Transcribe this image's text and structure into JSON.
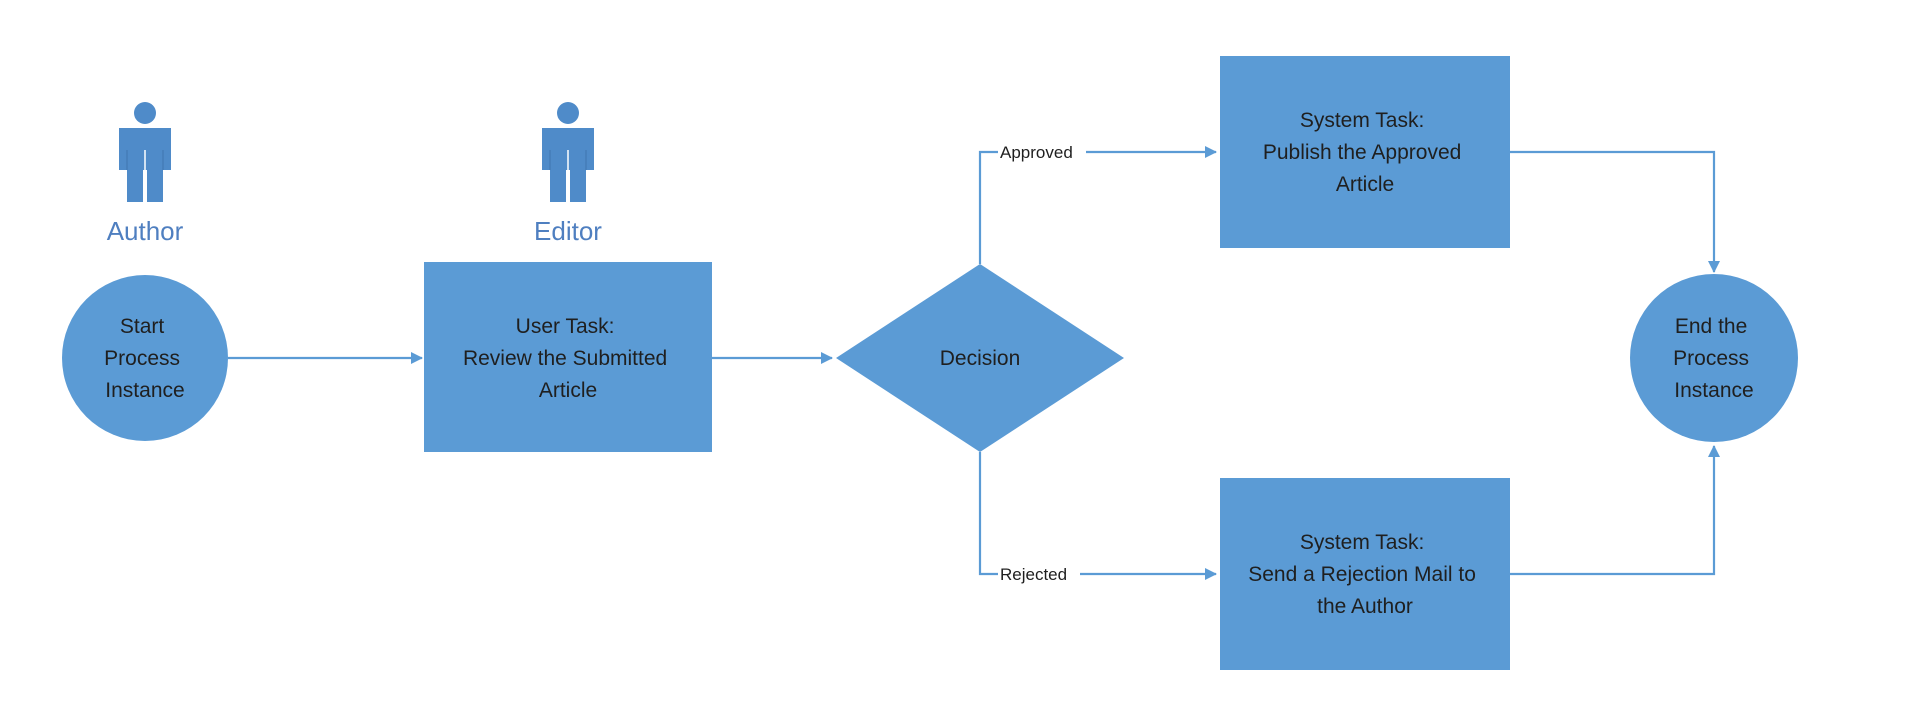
{
  "colors": {
    "shape_fill": "#5b9bd5",
    "person_fill": "#4f8bc9",
    "role_text": "#4f7fc0",
    "edge": "#5b9bd5",
    "text": "#1f1f1f",
    "background": "#ffffff"
  },
  "roles": {
    "author": {
      "label": "Author",
      "icon": "person-icon"
    },
    "editor": {
      "label": "Editor",
      "icon": "person-icon"
    }
  },
  "nodes": {
    "start": {
      "type": "circle",
      "lines": [
        "Start",
        "Process",
        "Instance"
      ]
    },
    "review": {
      "type": "rectangle",
      "lines": [
        "User Task:",
        "Review the Submitted",
        "Article"
      ]
    },
    "decision": {
      "type": "diamond",
      "lines": [
        "Decision"
      ]
    },
    "publish": {
      "type": "rectangle",
      "lines": [
        "System Task:",
        "Publish the Approved",
        "Article"
      ]
    },
    "reject": {
      "type": "rectangle",
      "lines": [
        "System Task:",
        "Send a Rejection Mail to",
        "the Author"
      ]
    },
    "end": {
      "type": "circle",
      "lines": [
        "End the",
        "Process",
        "Instance"
      ]
    }
  },
  "edges": {
    "approved": {
      "label": "Approved"
    },
    "rejected": {
      "label": "Rejected"
    }
  }
}
